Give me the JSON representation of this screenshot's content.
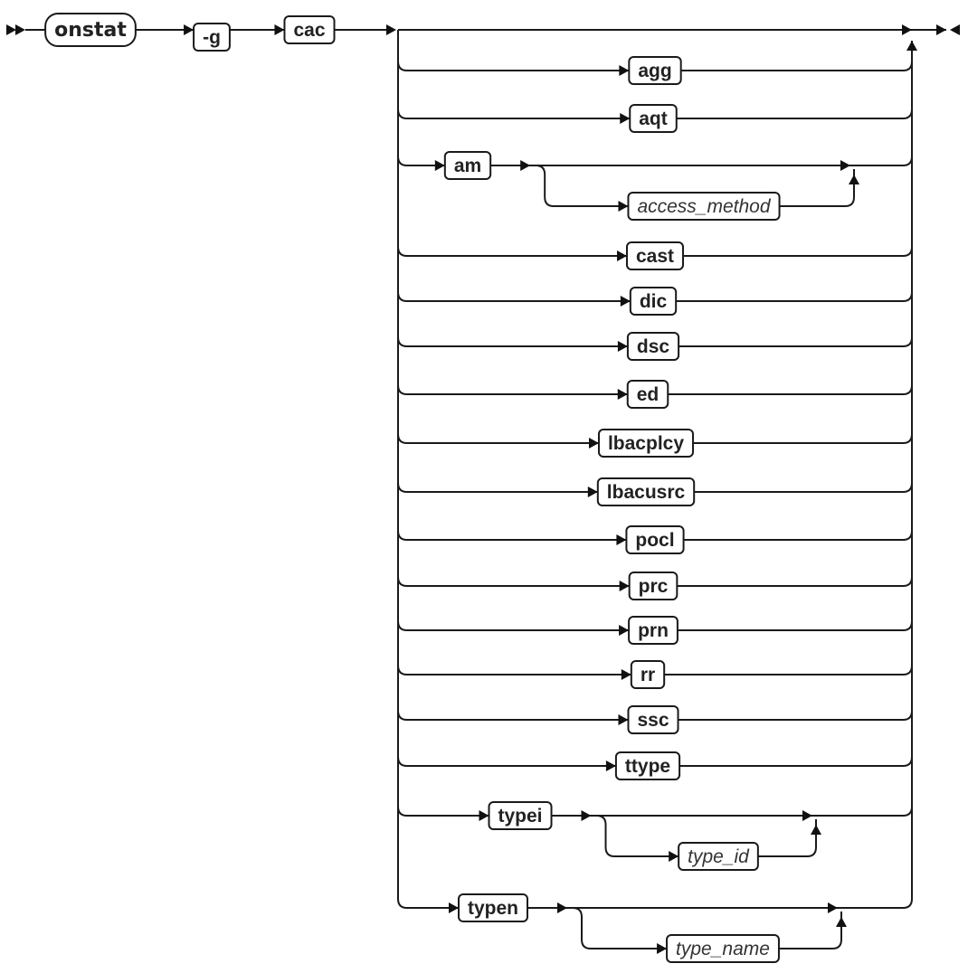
{
  "title": "onstat -g cac syntax diagram",
  "command": "onstat",
  "prefix_tokens": [
    "-g",
    "cac"
  ],
  "options": [
    {
      "keyword": "agg"
    },
    {
      "keyword": "aqt"
    },
    {
      "keyword": "am",
      "optional_variable": "access_method"
    },
    {
      "keyword": "cast"
    },
    {
      "keyword": "dic"
    },
    {
      "keyword": "dsc"
    },
    {
      "keyword": "ed"
    },
    {
      "keyword": "lbacplcy"
    },
    {
      "keyword": "lbacusrc"
    },
    {
      "keyword": "pocl"
    },
    {
      "keyword": "prc"
    },
    {
      "keyword": "prn"
    },
    {
      "keyword": "rr"
    },
    {
      "keyword": "ssc"
    },
    {
      "keyword": "ttype"
    },
    {
      "keyword": "typei",
      "optional_variable": "type_id"
    },
    {
      "keyword": "typen",
      "optional_variable": "type_name"
    }
  ],
  "colors": {
    "line": "#1a1a1a",
    "box_fill": "#ffffff",
    "text": "#222222"
  }
}
